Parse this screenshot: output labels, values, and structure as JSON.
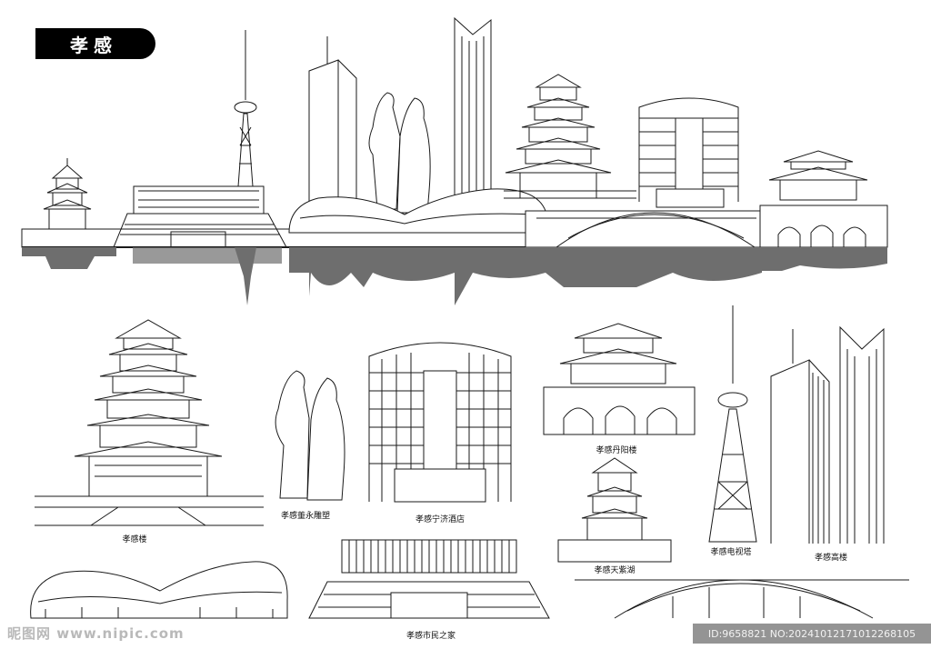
{
  "header": {
    "title": "孝感"
  },
  "landmarks": [
    {
      "id": "tower-main",
      "label": "孝感楼"
    },
    {
      "id": "statue",
      "label": "孝感董永雕塑"
    },
    {
      "id": "hotel",
      "label": "孝感宁济酒店"
    },
    {
      "id": "danyang",
      "label": "孝感丹阳楼"
    },
    {
      "id": "tianzi",
      "label": "孝感天紫湖"
    },
    {
      "id": "tvtower",
      "label": "孝感电视塔"
    },
    {
      "id": "highrise",
      "label": "孝感高楼"
    },
    {
      "id": "civic",
      "label": "孝感市民之家"
    }
  ],
  "watermark": {
    "left": "昵图网 www.nipic.com",
    "id_text": "ID:9658821 NO:20241012171012268105"
  },
  "colors": {
    "ink": "#1a1a1a",
    "reflection": "#6e6e6e",
    "paper": "#ffffff",
    "title_bg": "#000000"
  }
}
